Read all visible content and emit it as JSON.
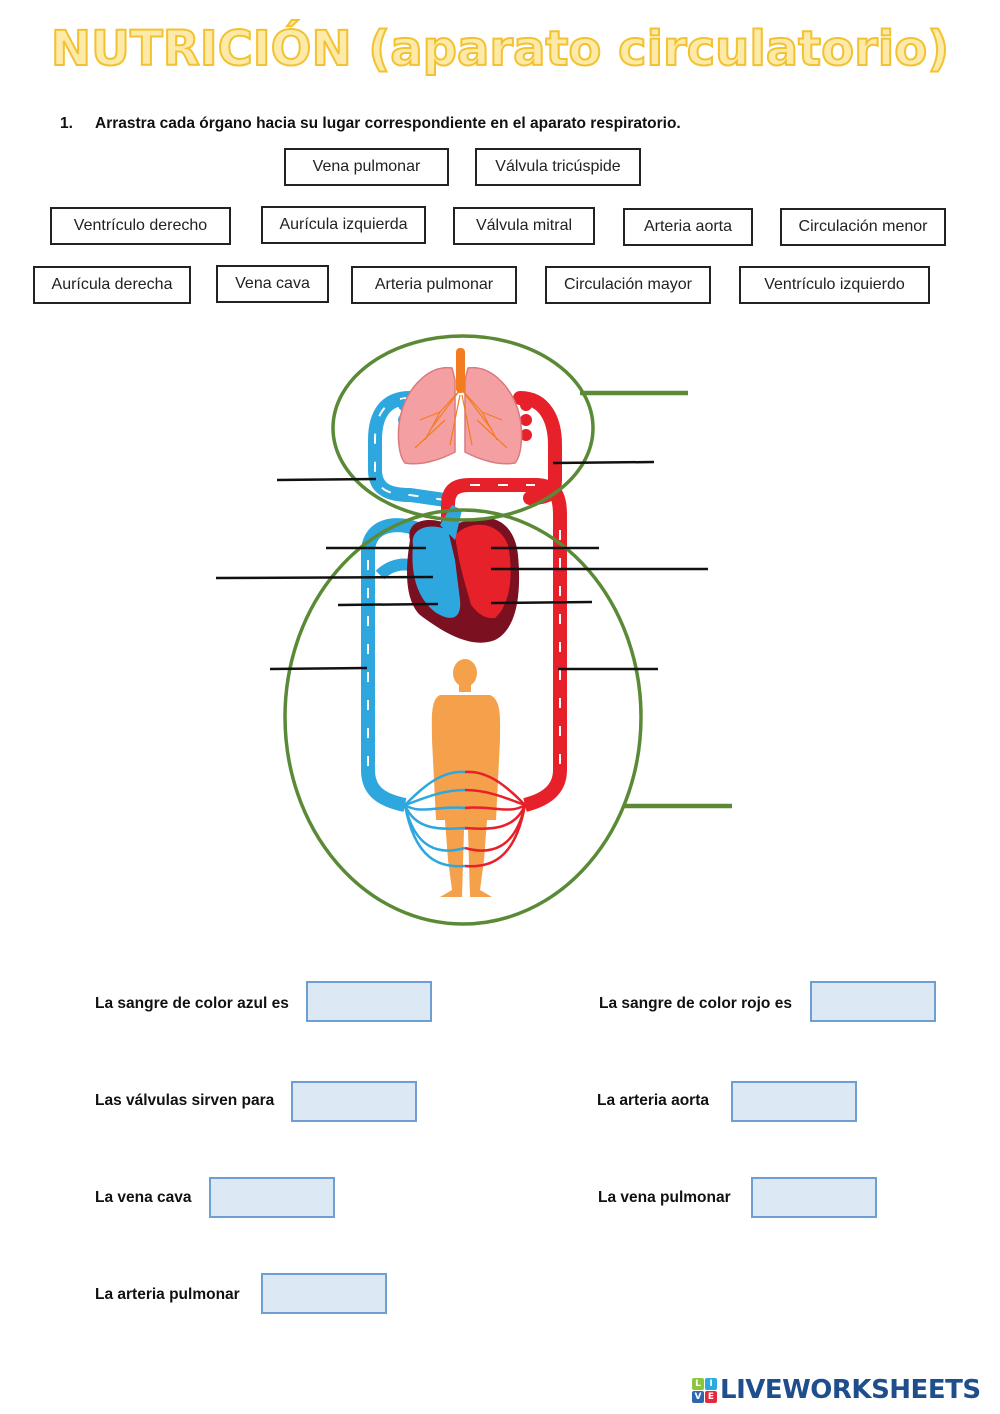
{
  "title": "NUTRICIÓN (aparato circulatorio)",
  "instruction": {
    "number": "1.",
    "text": "Arrastra cada órgano hacia su lugar correspondiente en el aparato respiratorio."
  },
  "drag_items": [
    {
      "label": "Vena pulmonar"
    },
    {
      "label": "Válvula tricúspide"
    },
    {
      "label": "Ventrículo derecho"
    },
    {
      "label": "Aurícula izquierda"
    },
    {
      "label": "Válvula mitral"
    },
    {
      "label": "Arteria aorta"
    },
    {
      "label": "Circulación menor"
    },
    {
      "label": "Aurícula derecha"
    },
    {
      "label": "Vena cava"
    },
    {
      "label": "Arteria pulmonar"
    },
    {
      "label": "Circulación mayor"
    },
    {
      "label": "Ventrículo izquierdo"
    }
  ],
  "diagram": {
    "description": "Circulatory system: lungs, heart, body with veins and arteries",
    "colors": {
      "vein": "#2ea7df",
      "artery": "#e6212a",
      "circle_outline": "#5a8a35",
      "lung": "#f4a0a2",
      "trachea": "#f47c20",
      "body": "#f5a04a",
      "heart_dark": "#7b1020",
      "label_line": "#111111"
    }
  },
  "questions": [
    {
      "label": "La sangre de color azul es",
      "value": ""
    },
    {
      "label": "La sangre de color rojo es",
      "value": ""
    },
    {
      "label": "Las válvulas sirven para",
      "value": ""
    },
    {
      "label": "La arteria aorta",
      "value": ""
    },
    {
      "label": "La vena cava",
      "value": ""
    },
    {
      "label": "La vena pulmonar",
      "value": ""
    },
    {
      "label": "La arteria pulmonar",
      "value": ""
    }
  ],
  "logo": {
    "letters": [
      "L",
      "I",
      "V",
      "E"
    ],
    "letter_colors": [
      "#8cc63f",
      "#29abe2",
      "#2e67b1",
      "#e5283c"
    ],
    "text": "LIVEWORKSHEETS",
    "color": "#1f4e8c"
  }
}
